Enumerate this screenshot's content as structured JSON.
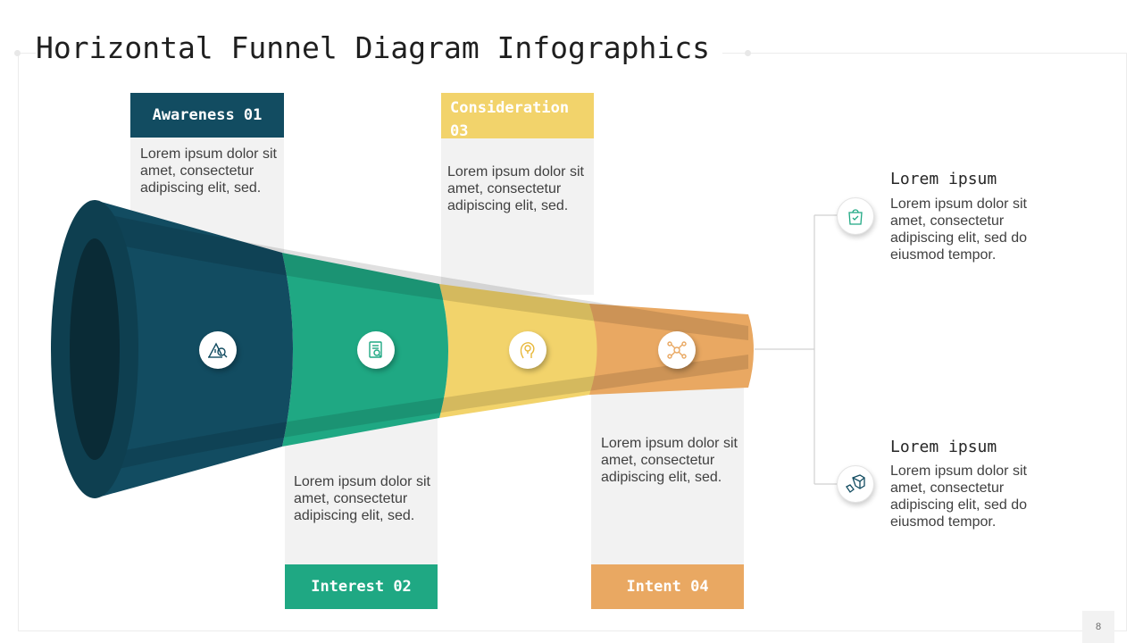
{
  "slide": {
    "title": "Horizontal Funnel Diagram Infographics",
    "page_number": "8"
  },
  "stages": [
    {
      "label": "Awareness 01",
      "text": "Lorem ipsum dolor sit amet, consectetur adipiscing elit, sed.",
      "color": "#124c61",
      "icon": "awareness-icon"
    },
    {
      "label": "Interest 02",
      "text": "Lorem ipsum dolor sit amet, consectetur adipiscing elit, sed.",
      "color": "#1fa883",
      "icon": "interest-icon"
    },
    {
      "label": "Consideration 03",
      "text": "Lorem ipsum dolor sit amet, consectetur adipiscing elit, sed.",
      "color": "#f2d36b",
      "icon": "consideration-icon"
    },
    {
      "label": "Intent 04",
      "text": "Lorem ipsum dolor sit amet, consectetur adipiscing elit, sed.",
      "color": "#e9a862",
      "icon": "intent-icon"
    }
  ],
  "outcomes": [
    {
      "heading": "Lorem ipsum",
      "text": "Lorem ipsum dolor sit amet, consectetur adipiscing elit, sed do eiusmod tempor.",
      "icon": "shopping-bag-check-icon"
    },
    {
      "heading": "Lorem ipsum",
      "text": "Lorem ipsum dolor sit amet, consectetur adipiscing elit, sed do eiusmod tempor.",
      "icon": "delivery-box-icon"
    }
  ]
}
